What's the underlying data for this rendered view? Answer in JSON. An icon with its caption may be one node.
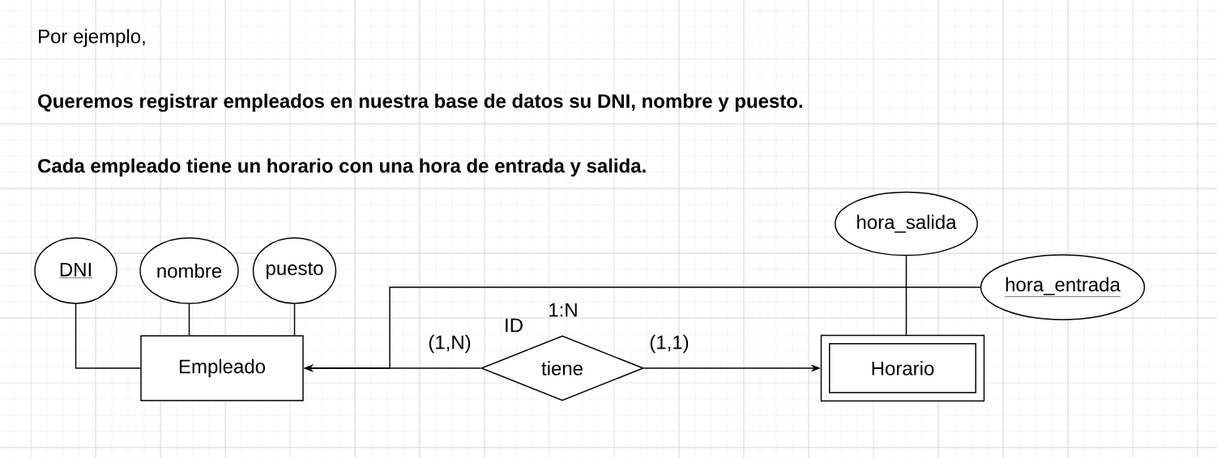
{
  "diagram": {
    "nodes": [
      {
        "text": [
          "DNI"
        ]
      },
      {
        "text": [
          "nombre"
        ]
      },
      {
        "text": [
          "puesto"
        ]
      },
      {
        "text": [
          "Empleado"
        ]
      },
      {
        "text": [
          "tiene"
        ],
        "beside": [
          "1:N",
          "ID"
        ]
      },
      {
        "text": [
          "Horario"
        ]
      },
      {
        "text": [
          "hora_salida"
        ]
      },
      {
        "text": [
          "hora_entrada"
        ]
      }
    ],
    "edges": [
      {
        "from": 0,
        "to": 3,
        "arrow": "none"
      },
      {
        "from": 1,
        "to": 3,
        "arrow": "none"
      },
      {
        "from": 2,
        "to": 3,
        "arrow": "none"
      },
      {
        "from": 4,
        "to": 3,
        "arrow": "to",
        "label": "(1,N)"
      },
      {
        "from": 4,
        "to": 5,
        "arrow": "to",
        "label": "(1,1)"
      },
      {
        "from": 6,
        "to": 5,
        "arrow": "none"
      },
      {
        "from": 7,
        "to": 3,
        "arrow": "to"
      }
    ],
    "labels": [
      "Por ejemplo,",
      "Queremos registrar empleados en nuestra base de datos su DNI, nombre y puesto.",
      "Cada empleado tiene un horario con una hora de entrada y salida."
    ]
  }
}
